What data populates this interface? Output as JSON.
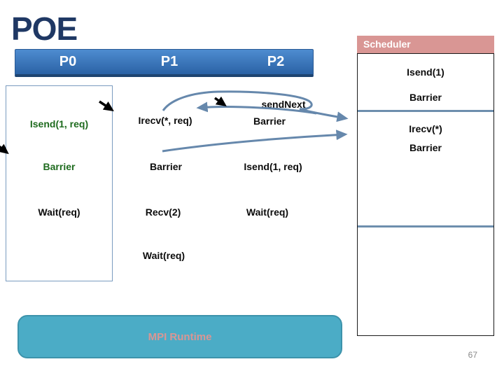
{
  "slide": {
    "title": "POE",
    "page_number": "67"
  },
  "process_bar": {
    "labels": [
      "P0",
      "P1",
      "P2"
    ]
  },
  "p0_box": {
    "items": [
      "Isend(1, req)",
      "Barrier",
      "Wait(req)"
    ]
  },
  "p1_column": {
    "items": [
      "Irecv(*, req)",
      "Barrier",
      "Recv(2)",
      "Wait(req)"
    ]
  },
  "p2_column": {
    "annotation": "sendNext",
    "items": [
      "Barrier",
      "Isend(1, req)",
      "Wait(req)"
    ]
  },
  "scheduler": {
    "header": "Scheduler",
    "rows": [
      "Isend(1)",
      "Barrier",
      "Irecv(*)",
      "Barrier"
    ]
  },
  "runtime": {
    "label": "MPI Runtime"
  },
  "colors": {
    "title": "#1F3864",
    "bar-top": "#4E8CD0",
    "bar-bottom": "#2A62A5",
    "bar-border": "#1E4470",
    "scheduler-header-bg": "#D99694",
    "box-border": "#7A9BBF",
    "green-text": "#1E6B1E",
    "connector-blue": "#6688AC",
    "divider-blue": "#6D8EAD",
    "runtime-bg": "#4BACC6",
    "runtime-border": "#3D93AB",
    "runtime-text": "#D99694",
    "page-number": "#898989"
  }
}
